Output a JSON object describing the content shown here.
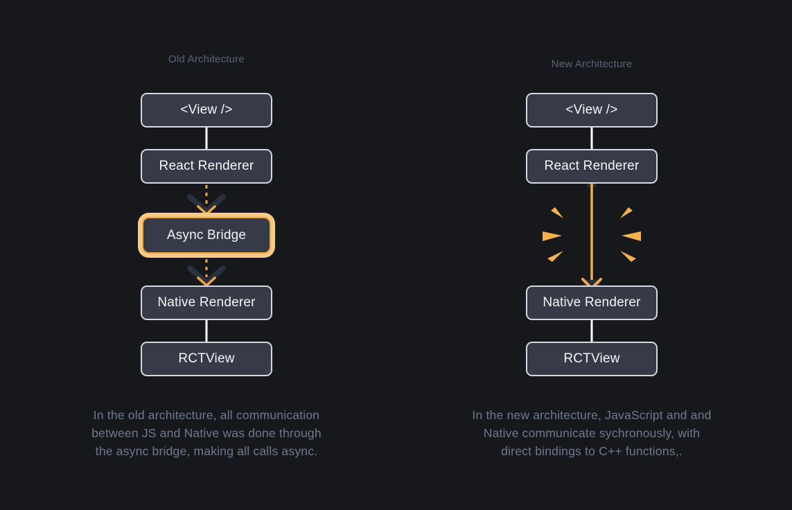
{
  "page": {
    "background_color": "#17181c"
  },
  "colors": {
    "box_fill": "#363b47",
    "box_border": "#d6d9df",
    "box_text": "#f4f5f7",
    "title_text": "#5a6375",
    "caption_text": "#6f7990",
    "connector_white": "#ffffff",
    "accent_orange": "#f0a74a",
    "bridge_ring": "#f7ca86",
    "bridge_border": "#eda53f",
    "dark_chevron": "#2b3140",
    "spark_orange": "#f5b14f"
  },
  "old_architecture": {
    "title": "Old Architecture",
    "nodes": {
      "view": "<View />",
      "react_renderer": "React Renderer",
      "async_bridge": "Async Bridge",
      "native_renderer": "Native Renderer",
      "rctview": "RCTView"
    },
    "caption_lines": [
      "In the old architecture, all communication",
      "between JS and Native was done through",
      "the async bridge, making all calls async."
    ]
  },
  "new_architecture": {
    "title": "New Architecture",
    "nodes": {
      "view": "<View />",
      "react_renderer": "React Renderer",
      "native_renderer": "Native Renderer",
      "rctview": "RCTView"
    },
    "caption_lines": [
      "In the new architecture, JavaScript and and",
      "Native communicate sychronously, with",
      "direct bindings to C++ functions,."
    ]
  }
}
